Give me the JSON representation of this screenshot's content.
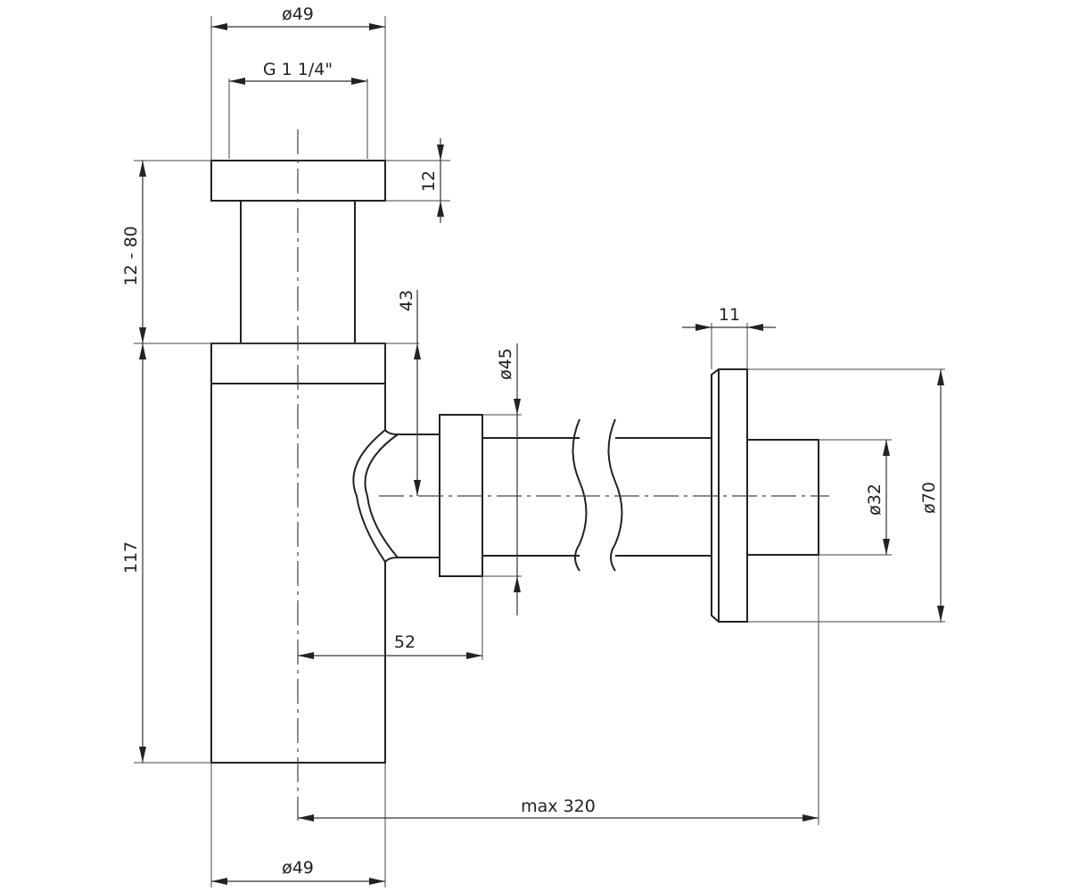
{
  "drawing": {
    "dimensions": {
      "top_diameter": "ø49",
      "thread": "G 1 1/4\"",
      "flange_height": "12",
      "adjust_range": "12 - 80",
      "outlet_height": "43",
      "outlet_diameter": "ø45",
      "rosette_thickness": "11",
      "body_height": "117",
      "outlet_offset": "52",
      "pipe_diameter": "ø32",
      "rosette_diameter": "ø70",
      "max_length": "max 320",
      "bottom_diameter": "ø49"
    },
    "colors": {
      "line": "#222222",
      "background": "#ffffff"
    }
  }
}
